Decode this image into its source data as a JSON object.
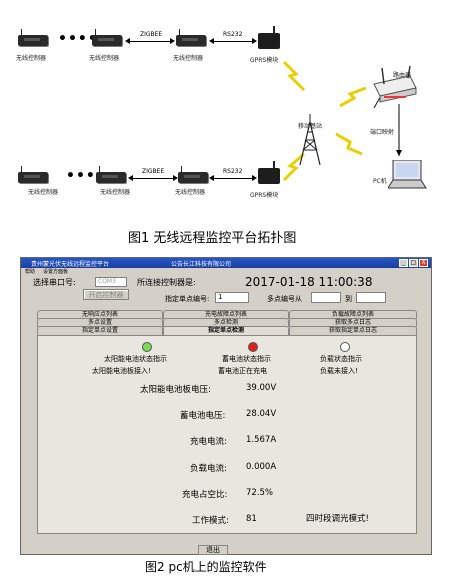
{
  "figure1": {
    "caption": "图1   无线远程监控平台拓扑图",
    "row1": {
      "nodes": [
        "无线控制器",
        "无线控制器",
        "无线控制器"
      ],
      "dots": "••••",
      "zigbee": "ZIGBEE",
      "rs232": "RS232",
      "gprs": "GPRS模块"
    },
    "row2": {
      "nodes": [
        "无线控制器",
        "无线控制器",
        "无线控制器"
      ],
      "dots": "••••",
      "zigbee": "ZIGBEE",
      "rs232": "RS232",
      "gprs": "GPRS模块"
    },
    "tower_label": "移动基站",
    "router_label": "路由器",
    "port_label": "端口映射",
    "pc_label": "PC机"
  },
  "figure2": {
    "caption": "图2   pc机上的监控软件",
    "window": {
      "title": "贵州蒙光伏无线远程监控平台",
      "company": "公告长江科技有限公司",
      "buttons": [
        "_",
        "□",
        "X"
      ],
      "menu": [
        "帮助",
        "设置方面板"
      ]
    },
    "top": {
      "serial_label": "选择串口号:",
      "serial_value": "COM3",
      "connected_label": "所连接控制器是:",
      "open_button": "开启控制器",
      "datetime": "2017-01-18  11:00:38",
      "node_label": "指定单点编号:",
      "node_value": "1",
      "multi_label": "多点编号从",
      "to_label": "到"
    },
    "tabs_row1": [
      "无响应点列表",
      "充电故障点列表",
      "负载故障点列表"
    ],
    "tabs_row2": [
      "多点设置",
      "多点检测",
      "获取多点日志"
    ],
    "tabs_row3": [
      "指定单点设置",
      "指定单点检测",
      "获取指定单点日志"
    ],
    "status": {
      "solar_title": "太阳能电池状态指示",
      "solar_status": "太阳能电池板接入!",
      "battery_title": "蓄电池状态指示",
      "battery_status": "蓄电池正在充电",
      "load_title": "负载状态指示",
      "load_status": "负载未接入!"
    },
    "led_colors": {
      "solar": "#7ed957",
      "battery": "#e02020",
      "load": "#ffffff"
    },
    "readings": [
      {
        "label": "太阳能电池板电压:",
        "value": "39.00V"
      },
      {
        "label": "蓄电池电压:",
        "value": "28.04V"
      },
      {
        "label": "充电电流:",
        "value": "1.567A"
      },
      {
        "label": "负载电流:",
        "value": "0.000A"
      },
      {
        "label": "充电占空比:",
        "value": "72.5%"
      },
      {
        "label": "工作模式:",
        "value": "81"
      }
    ],
    "mode_text": "四时段调光模式!",
    "exit_button": "退出"
  }
}
